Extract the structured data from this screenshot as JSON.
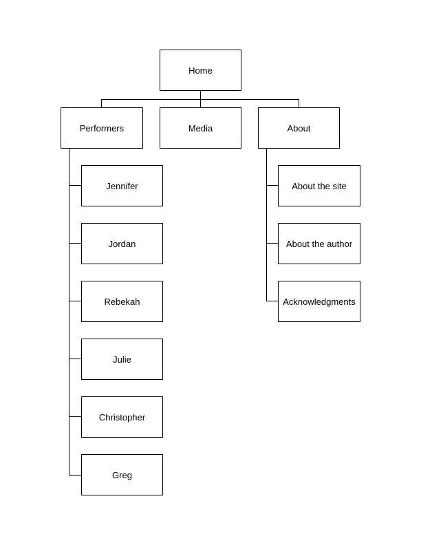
{
  "diagram": {
    "root": {
      "label": "Home"
    },
    "level1": {
      "performers": "Performers",
      "media": "Media",
      "about": "About"
    },
    "performers": [
      "Jennifer",
      "Jordan",
      "Rebekah",
      "Julie",
      "Christopher",
      "Greg"
    ],
    "about": [
      "About the site",
      "About the author",
      "Acknowledgments"
    ],
    "line_color": "#000000",
    "box_border_color": "#000000"
  }
}
